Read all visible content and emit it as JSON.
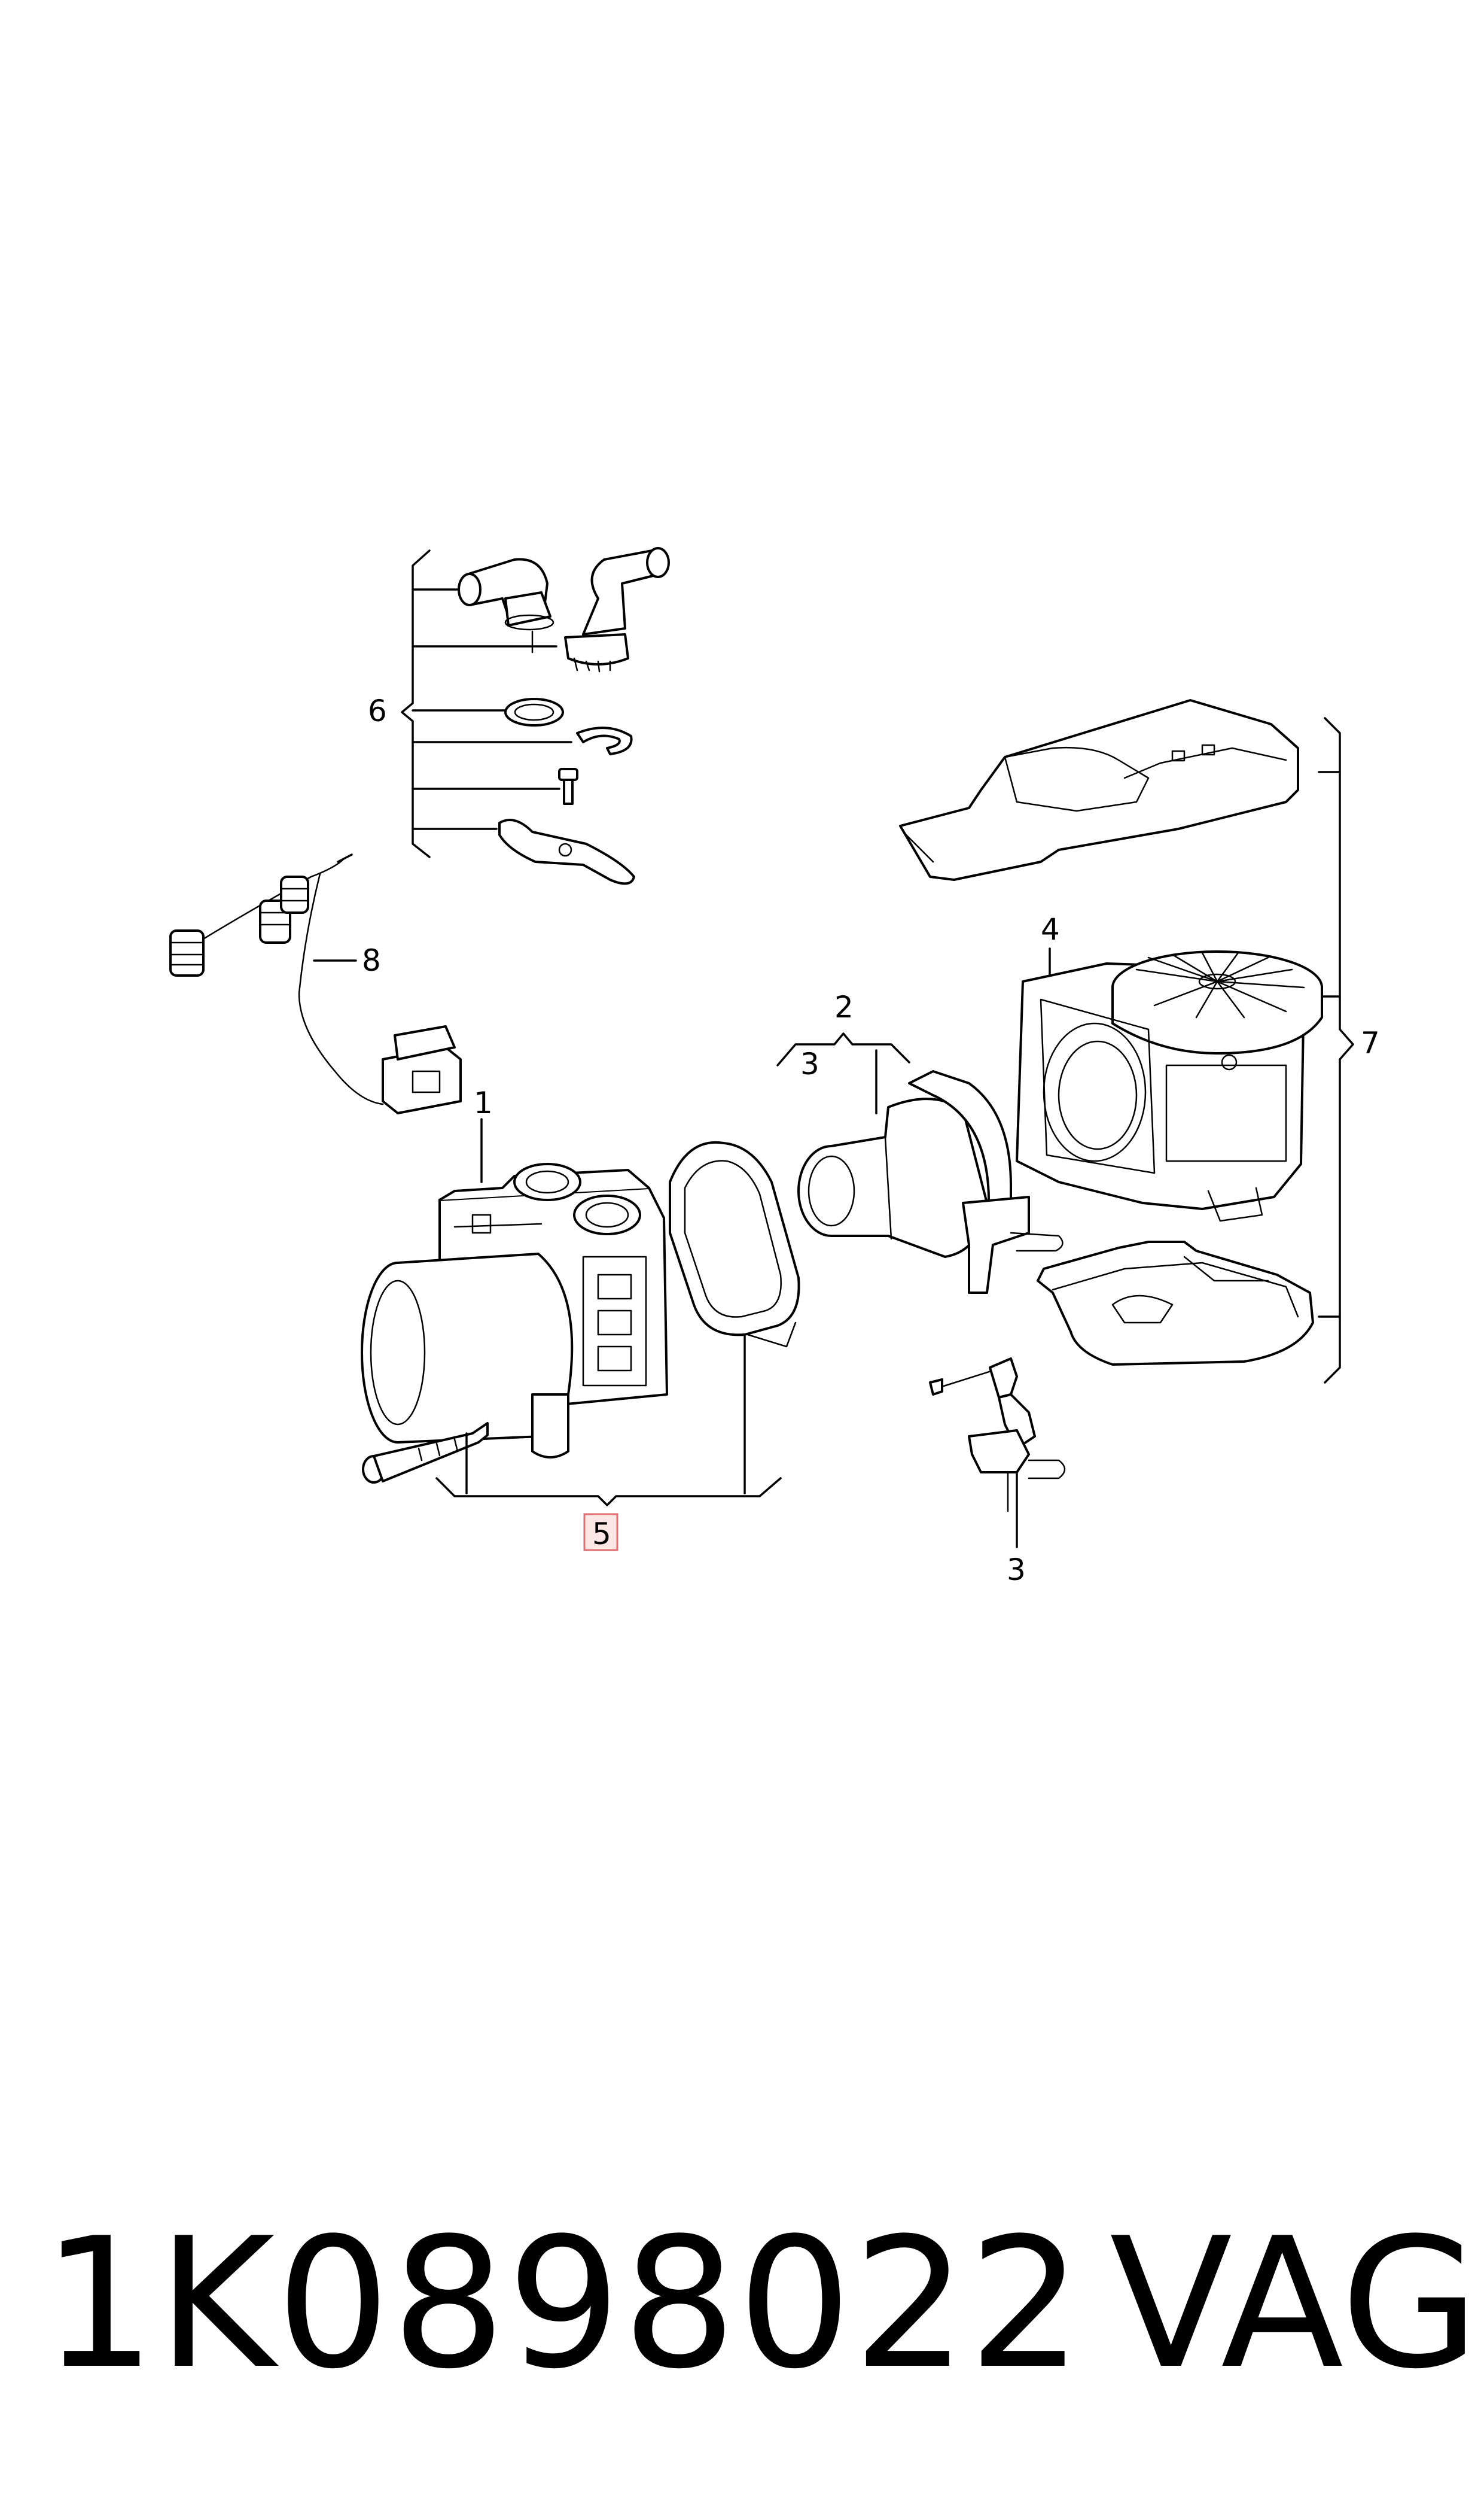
{
  "callouts": {
    "c1": "1",
    "c2": "2",
    "c3a": "3",
    "c3b": "3",
    "c4": "4",
    "c5": "5",
    "c6": "6",
    "c7": "7",
    "c8": "8"
  },
  "footer": {
    "part_number": "1K0898022",
    "brand": "VAG"
  },
  "colors": {
    "line": "#000000",
    "highlight_fill": "#fde6e6",
    "highlight_border": "#e07070"
  }
}
